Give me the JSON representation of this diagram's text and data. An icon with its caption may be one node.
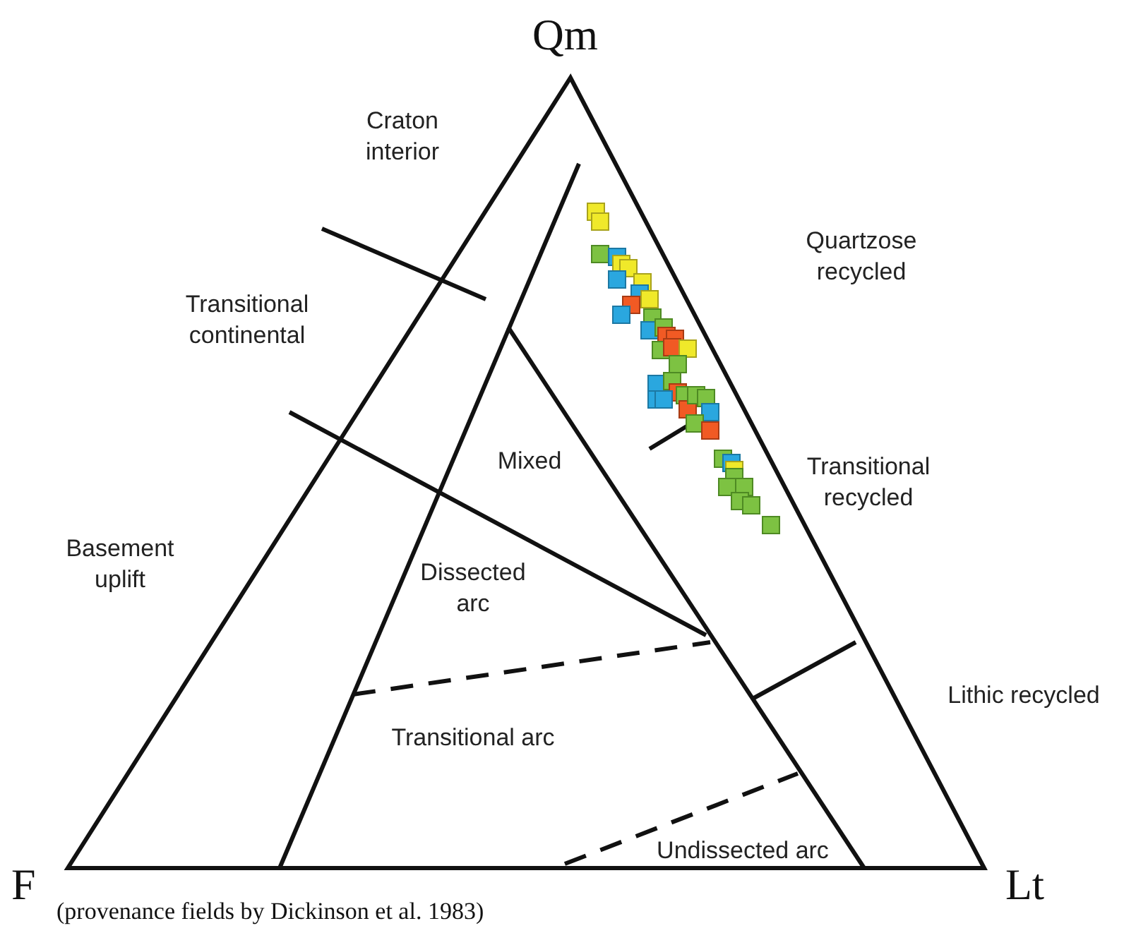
{
  "diagram": {
    "caption": "(provenance fields by Dickinson et al.  1983)",
    "labels": [
      "Qm",
      "Craton interior",
      "Quartzose recycled",
      "Transitional continental",
      "Mixed",
      "Transitional recycled",
      "Basement uplift",
      "Dissected arc",
      "Lithic recycled",
      "Transitional arc",
      "Undissected arc",
      "F",
      "Lt"
    ]
  }
}
